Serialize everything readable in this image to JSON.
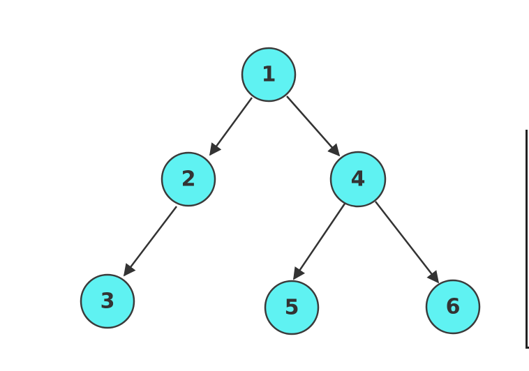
{
  "diagram": {
    "node_fill": "#5ff2f2",
    "node_stroke": "#3a3a3a",
    "edge_color": "#333333",
    "nodes": [
      {
        "id": "n1",
        "label": "1"
      },
      {
        "id": "n2",
        "label": "2"
      },
      {
        "id": "n4",
        "label": "4"
      },
      {
        "id": "n3",
        "label": "3"
      },
      {
        "id": "n5",
        "label": "5"
      },
      {
        "id": "n6",
        "label": "6"
      }
    ],
    "edges": [
      {
        "from": "n1",
        "to": "n2"
      },
      {
        "from": "n1",
        "to": "n4"
      },
      {
        "from": "n2",
        "to": "n3"
      },
      {
        "from": "n4",
        "to": "n5"
      },
      {
        "from": "n4",
        "to": "n6"
      }
    ]
  }
}
